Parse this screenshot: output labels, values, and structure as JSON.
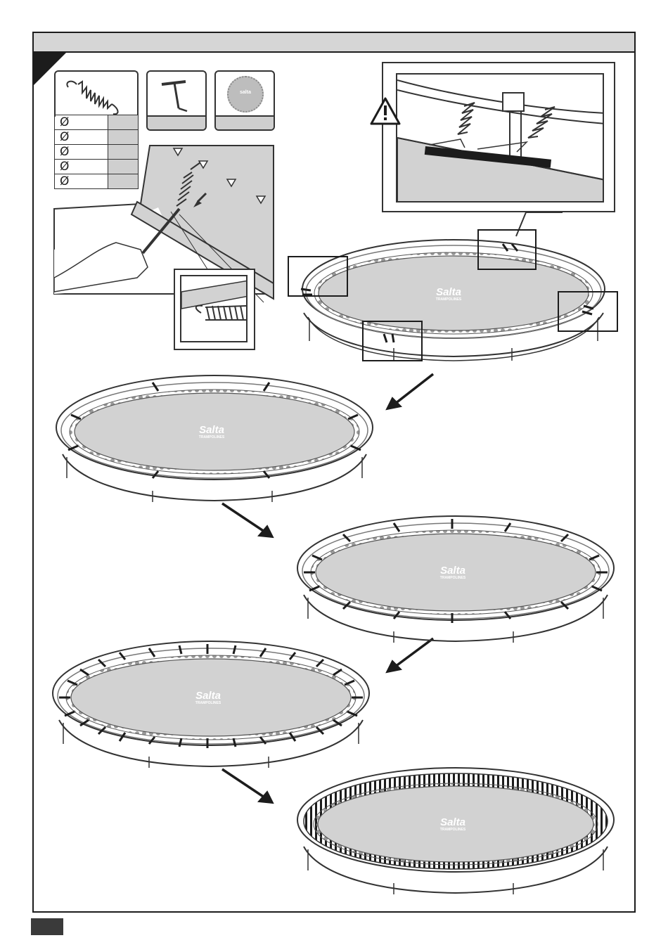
{
  "brand": {
    "logo_text": "Salta",
    "logo_subtext": "TRAMPOLINES",
    "seal_text": "salta"
  },
  "parts": {
    "diameter_symbol": "Ø",
    "rows": [
      "Ø",
      "Ø",
      "Ø",
      "Ø",
      "Ø"
    ]
  },
  "icons": [
    "spring-icon",
    "spring-tool-icon",
    "seal-icon",
    "warning-icon",
    "arrow-icon"
  ],
  "colors": {
    "line": "#1c1c1c",
    "mat": "#d2d2d2",
    "header": "#d6d6d6"
  }
}
